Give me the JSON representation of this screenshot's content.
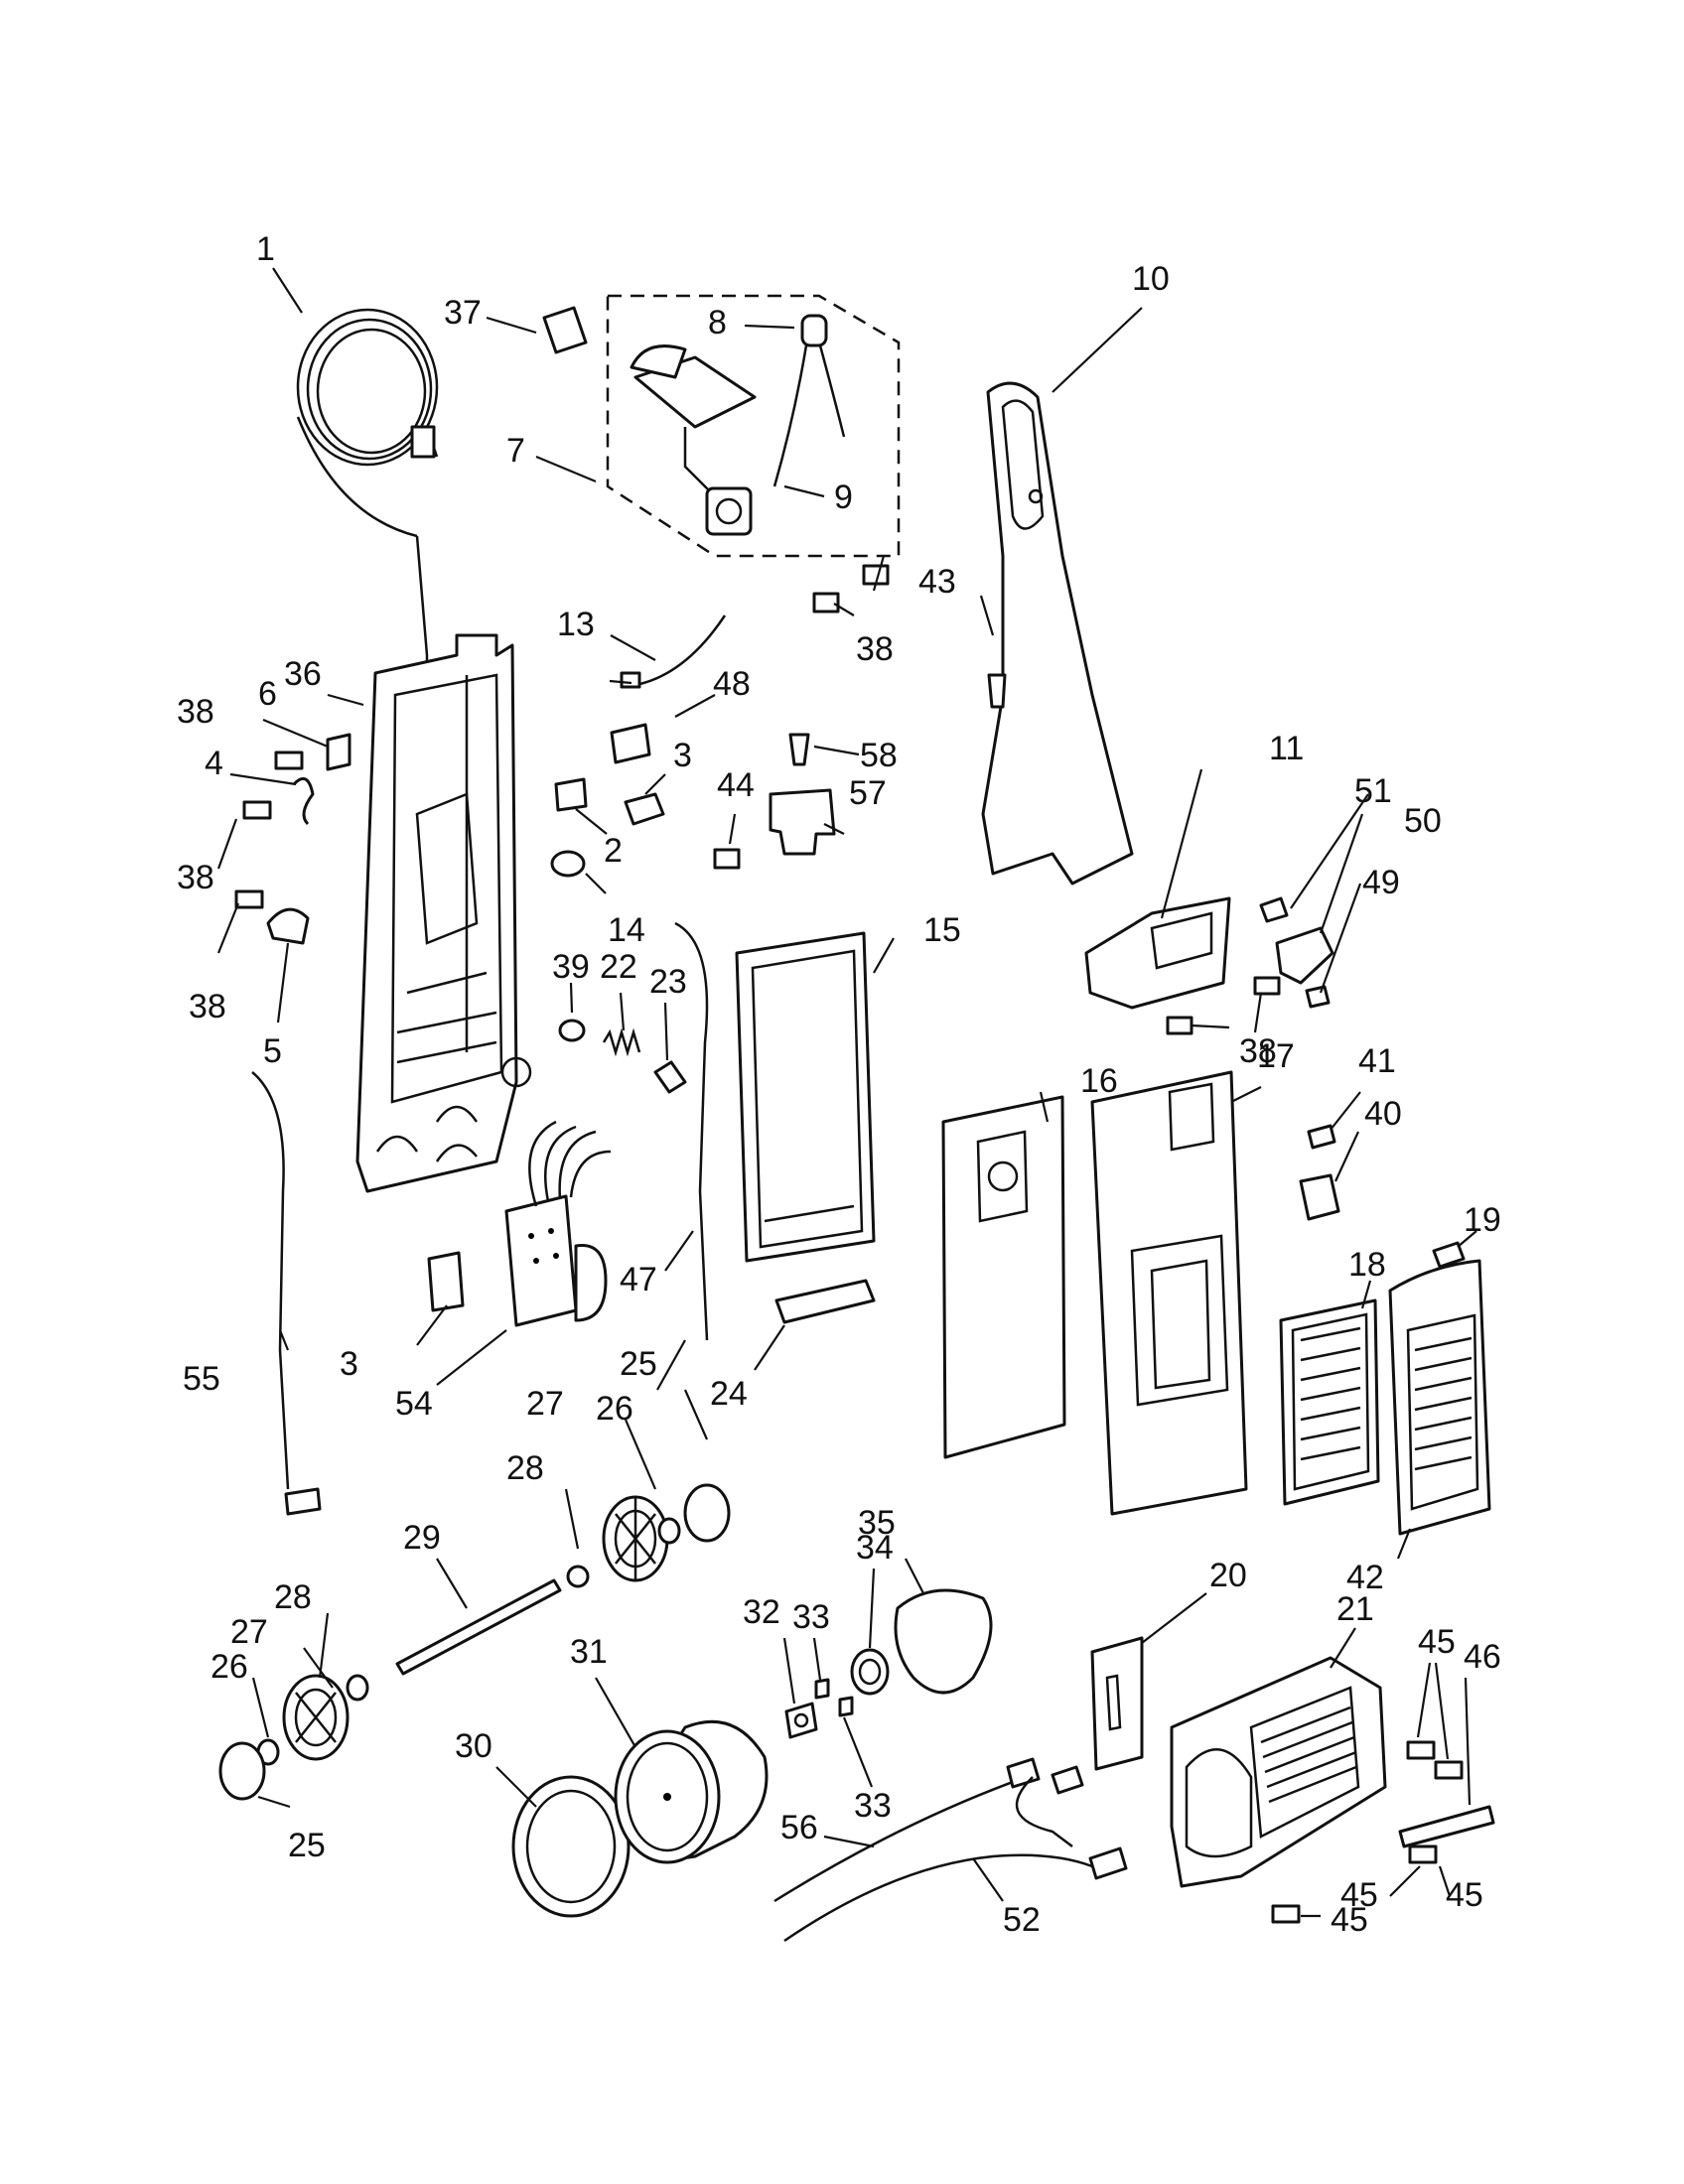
{
  "labels": {
    "l1": "1",
    "l2": "2",
    "l3a": "3",
    "l3b": "3",
    "l4": "4",
    "l5": "5",
    "l6": "6",
    "l7": "7",
    "l8": "8",
    "l9": "9",
    "l10": "10",
    "l11": "11",
    "l13": "13",
    "l14": "14",
    "l15": "15",
    "l16": "16",
    "l17": "17",
    "l18": "18",
    "l19": "19",
    "l20": "20",
    "l21": "21",
    "l22": "22",
    "l23": "23",
    "l24": "24",
    "l25a": "25",
    "l25b": "25",
    "l26a": "26",
    "l26b": "26",
    "l27a": "27",
    "l27b": "27",
    "l28a": "28",
    "l28b": "28",
    "l29": "29",
    "l30": "30",
    "l31": "31",
    "l32": "32",
    "l33a": "33",
    "l33b": "33",
    "l34": "34",
    "l35": "35",
    "l36": "36",
    "l37": "37",
    "l38a": "38",
    "l38b": "38",
    "l38c": "38",
    "l38d": "38",
    "l38e": "38",
    "l39": "39",
    "l40": "40",
    "l41": "41",
    "l42": "42",
    "l43": "43",
    "l44": "44",
    "l45a": "45",
    "l45b": "45",
    "l45c": "45",
    "l45d": "45",
    "l46": "46",
    "l47": "47",
    "l48": "48",
    "l49": "49",
    "l50": "50",
    "l51": "51",
    "l52": "52",
    "l54": "54",
    "l55": "55",
    "l56": "56",
    "l57": "57",
    "l58": "58"
  }
}
